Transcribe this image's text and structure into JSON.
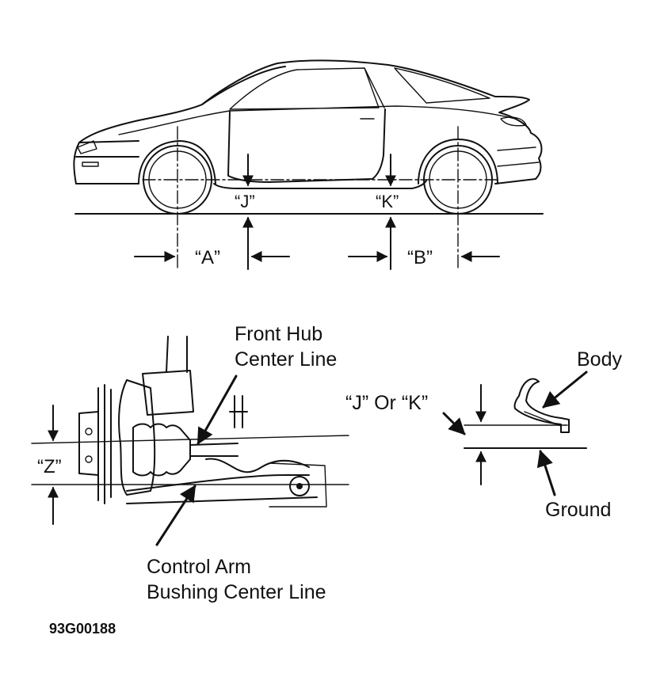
{
  "labels": {
    "dim_a": "“A”",
    "dim_b": "“B”",
    "dim_j": "“J”",
    "dim_k": "“K”",
    "dim_z": "“Z”",
    "front_hub_line1": "Front Hub",
    "front_hub_line2": "Center Line",
    "control_arm_line1": "Control Arm",
    "control_arm_line2": "Bushing Center Line",
    "j_or_k": "“J” Or “K”",
    "body": "Body",
    "ground": "Ground",
    "figure_id": "93G00188"
  }
}
